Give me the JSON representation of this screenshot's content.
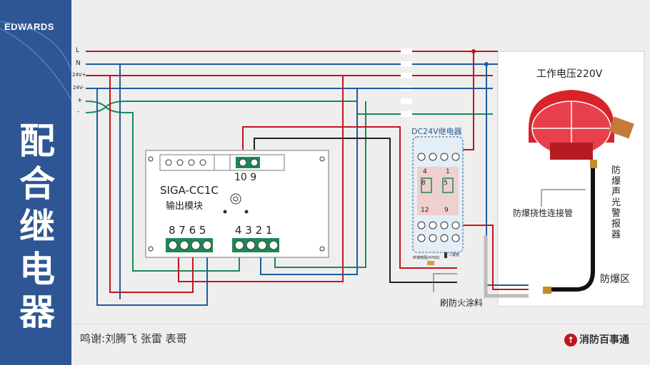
{
  "brand": "EDWARDS",
  "title_chars": [
    "配",
    "合",
    "继",
    "电",
    "器"
  ],
  "lines": {
    "L": "L",
    "N": "N",
    "V24p": "24V+",
    "V24m": "24V-",
    "plus": "+",
    "minus": "-"
  },
  "module": {
    "name": "SIGA-CC1C",
    "subtitle": "输出模块",
    "terms_top": "10 9",
    "terms_left": "8 7 6 5",
    "terms_right": "4 3 2 1"
  },
  "relay": {
    "title": "DC24V继电器",
    "n4": "4",
    "n1": "1",
    "n8": "8",
    "n5": "5",
    "n12": "12",
    "n9": "9",
    "resistor": "终端电阻(47KΩ)",
    "diode": "二极管"
  },
  "device": {
    "voltage": "工作电压220V",
    "name": "防爆声光警报器",
    "conduit": "防爆挠性连接管",
    "zone": "防爆区"
  },
  "coating": "刷防火涂料",
  "thanks": "鸣谢:刘腾飞  张雷  表哥",
  "footer": "消防百事通",
  "colors": {
    "sidebar": "#2e5694",
    "live": "#c0161c",
    "neutral": "#1f5d9c",
    "green": "#1a8a55",
    "black": "#222222"
  }
}
